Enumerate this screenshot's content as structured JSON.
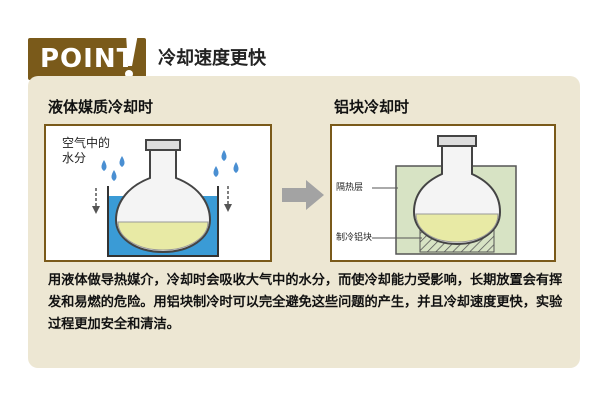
{
  "badge": {
    "text": "POINT"
  },
  "headline": "冷却速度更快",
  "left": {
    "title": "液体媒质冷却时",
    "air_label": "空气中的\n水分"
  },
  "right": {
    "title": "铝块冷却时",
    "insulation_label": "隔热层",
    "block_label": "制冷铝块"
  },
  "description": "用液体做导热媒介，冷却时会吸收大气中的水分，而使冷却能力受影响，长期放置会有挥发和易燃的危险。用铝块制冷时可以完全避免这些问题的产生，并且冷却速度更快，实验过程更加安全和清洁。",
  "colors": {
    "brown": "#7a5a1a",
    "panel": "#ede7d3",
    "liquid_blue": "#3a9bd6",
    "yellow_liquid": "#e8eaa5",
    "insulation": "#d7e3c4",
    "arrow_gray": "#a3a3a3",
    "drop_blue": "#4a8fd2"
  }
}
